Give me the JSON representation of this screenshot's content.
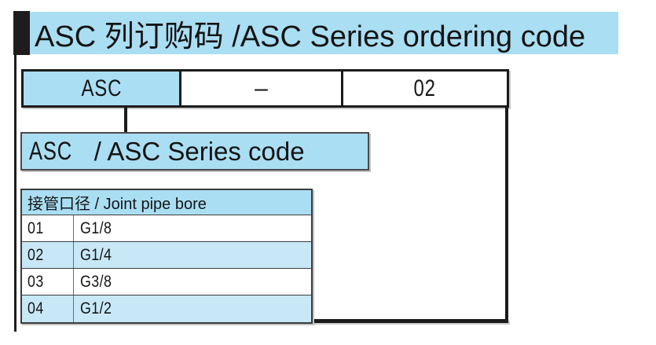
{
  "colors": {
    "primary_blue": "#aadef3",
    "row_blue": "#c8e8f7",
    "line_black": "#1b1b1b"
  },
  "title": "ASC 列订购码 /ASC Series ordering code",
  "ordering_code": {
    "series": "ASC",
    "separator": "–",
    "bore": "02"
  },
  "series_label": {
    "code": "ASC",
    "desc": "/ ASC Series code"
  },
  "bore_table": {
    "header": "接管口径 / Joint pipe bore",
    "rows": [
      {
        "code": "01",
        "value": "G1/8"
      },
      {
        "code": "02",
        "value": "G1/4"
      },
      {
        "code": "03",
        "value": "G3/8"
      },
      {
        "code": "04",
        "value": "G1/2"
      }
    ]
  }
}
